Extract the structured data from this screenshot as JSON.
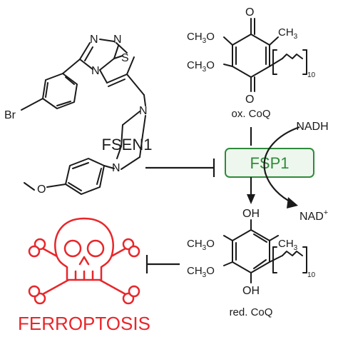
{
  "inhibitor": {
    "name": "FSEN1",
    "substituent_br": "Br",
    "atoms_n": [
      "N",
      "N",
      "N",
      "N",
      "N"
    ],
    "atom_s": "S",
    "substituent_o": "O"
  },
  "enzyme": {
    "label": "FSP1",
    "color": "#2e8b3a",
    "box_fill": "#eef7ee"
  },
  "cofactors": {
    "reductant": "NADH",
    "oxidized": "NAD",
    "oxidized_charge": "+"
  },
  "ox_coq": {
    "label": "ox. CoQ",
    "methoxy_1": "CH",
    "methoxy_1_sub": "3",
    "methoxy_1_tail": "O",
    "methoxy_2": "CH",
    "methoxy_2_sub": "3",
    "methoxy_2_tail": "O",
    "carbonyl_top": "O",
    "carbonyl_bottom": "O",
    "methyl": "CH",
    "methyl_sub": "3",
    "chain_repeat": "10"
  },
  "red_coq": {
    "label": "red. CoQ",
    "hydroxyl_top": "OH",
    "hydroxyl_bottom": "OH",
    "methoxy_1": "CH",
    "methoxy_1_sub": "3",
    "methoxy_1_tail": "O",
    "methoxy_2": "CH",
    "methoxy_2_sub": "3",
    "methoxy_2_tail": "O",
    "methyl": "CH",
    "methyl_sub": "3",
    "chain_repeat": "10"
  },
  "outcome": {
    "label": "FERROPTOSIS",
    "color": "#e8262a"
  }
}
